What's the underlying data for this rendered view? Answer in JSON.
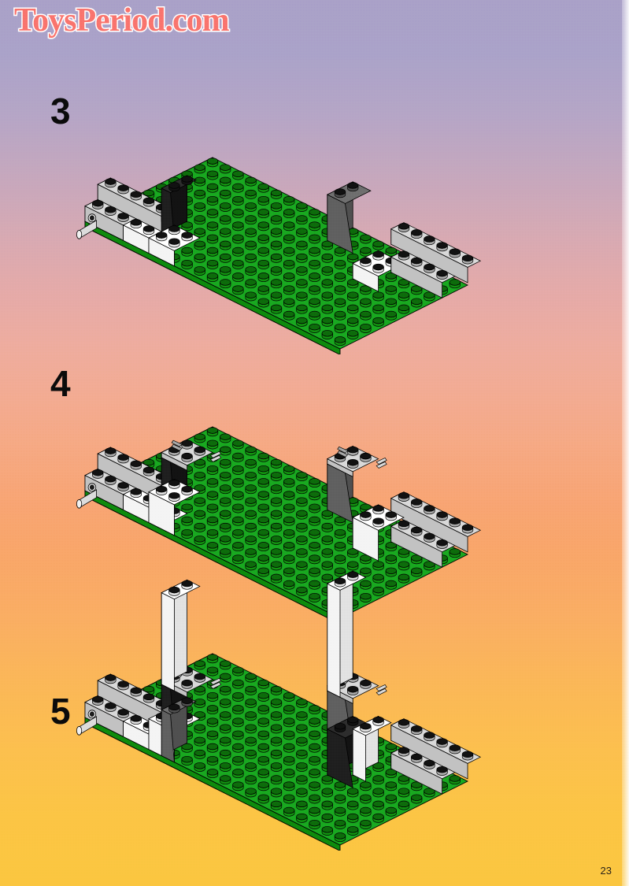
{
  "page": {
    "number": "23",
    "watermark": "ToysPeriod.com",
    "background": {
      "top_color": "#a9a0c8",
      "mid_color": "#f3ab91",
      "bottom_color": "#fbc63f"
    }
  },
  "palette": {
    "green_top": "#18a81f",
    "green_side": "#11920f",
    "green_front": "#0d8a0c",
    "green_stud_top": "#1bb024",
    "green_stud_shade": "#0c6b0a",
    "gray_top": "#d9d9d9",
    "gray_left": "#a8a8a8",
    "gray_right": "#c2c2c2",
    "dark_gray_top": "#6e6e6e",
    "dark_gray_left": "#4f4f4f",
    "dark_gray_right": "#5f5f5f",
    "white_top": "#ffffff",
    "white_left": "#e2e2e2",
    "white_right": "#f4f4f4",
    "black_top": "#2c2c2c",
    "black_left": "#121212",
    "black_right": "#1e1e1e",
    "red_top": "#e8382a",
    "red_left": "#b71d14",
    "red_right": "#d4281c",
    "outline": "#000000"
  },
  "steps": [
    {
      "id": "step-3",
      "label": "3",
      "baseplate": {
        "cols": 20,
        "rows": 10,
        "color": "green"
      },
      "pieces": [
        {
          "name": "gray-1x6-brick",
          "color": "gray",
          "type": "brick",
          "w": 6,
          "d": 1,
          "h": 1,
          "col": 0,
          "row": 8,
          "lvl": 1
        },
        {
          "name": "gray-technic-brick",
          "color": "gray",
          "type": "technic",
          "w": 4,
          "d": 1,
          "h": 1,
          "col": 0,
          "row": 9,
          "lvl": 0
        },
        {
          "name": "white-1x4-brick",
          "color": "white",
          "type": "brick",
          "w": 4,
          "d": 1,
          "h": 1,
          "col": 3,
          "row": 9,
          "lvl": 0
        },
        {
          "name": "red-1x1-brick",
          "color": "red",
          "type": "brick",
          "w": 1,
          "d": 1,
          "h": 1,
          "col": 3,
          "row": 6,
          "lvl": 0
        },
        {
          "name": "black-slope-2x2x3",
          "color": "black",
          "type": "slope",
          "w": 1,
          "d": 2,
          "h": 3,
          "col": 4,
          "row": 6,
          "lvl": 0
        },
        {
          "name": "white-2x2-brick-left",
          "color": "white",
          "type": "brick",
          "w": 2,
          "d": 2,
          "h": 1,
          "col": 5,
          "row": 8,
          "lvl": 0
        },
        {
          "name": "gray-slope-2x2x3-mid",
          "color": "dark_gray",
          "type": "slope",
          "w": 2,
          "d": 2,
          "h": 3,
          "col": 11,
          "row": 0,
          "lvl": 0
        },
        {
          "name": "white-2x2-brick-right",
          "color": "white",
          "type": "brick",
          "w": 2,
          "d": 2,
          "h": 1,
          "col": 15,
          "row": 2,
          "lvl": 0
        },
        {
          "name": "gray-1x6-brick-back",
          "color": "gray",
          "type": "brick",
          "w": 6,
          "d": 1,
          "h": 1,
          "col": 15,
          "row": 0,
          "lvl": 1
        },
        {
          "name": "gray-1x4-brick-right",
          "color": "gray",
          "type": "brick",
          "w": 4,
          "d": 1,
          "h": 1,
          "col": 16,
          "row": 1,
          "lvl": 0
        }
      ]
    },
    {
      "id": "step-4",
      "label": "4",
      "baseplate": {
        "cols": 20,
        "rows": 10,
        "color": "green"
      },
      "pieces": [
        {
          "name": "gray-1x6-brick",
          "color": "gray",
          "type": "brick",
          "w": 6,
          "d": 1,
          "h": 1,
          "col": 0,
          "row": 8,
          "lvl": 1
        },
        {
          "name": "gray-technic-brick",
          "color": "gray",
          "type": "technic",
          "w": 4,
          "d": 1,
          "h": 1,
          "col": 0,
          "row": 9,
          "lvl": 0
        },
        {
          "name": "white-1x4-brick",
          "color": "white",
          "type": "brick",
          "w": 4,
          "d": 1,
          "h": 1,
          "col": 3,
          "row": 9,
          "lvl": 0
        },
        {
          "name": "red-1x1-brick",
          "color": "red",
          "type": "brick",
          "w": 1,
          "d": 1,
          "h": 1,
          "col": 3,
          "row": 6,
          "lvl": 0
        },
        {
          "name": "black-slope-2x2x3",
          "color": "black",
          "type": "slope",
          "w": 1,
          "d": 2,
          "h": 3,
          "col": 4,
          "row": 6,
          "lvl": 0
        },
        {
          "name": "clip-plate-left",
          "color": "gray",
          "type": "clipplate",
          "w": 2,
          "d": 2,
          "h": 1,
          "col": 4,
          "row": 6,
          "lvl": 3
        },
        {
          "name": "white-2x2-brick-left",
          "color": "white",
          "type": "brick",
          "w": 2,
          "d": 2,
          "h": 2,
          "col": 5,
          "row": 8,
          "lvl": 0
        },
        {
          "name": "gray-slope-2x2x3-mid",
          "color": "dark_gray",
          "type": "slope",
          "w": 2,
          "d": 2,
          "h": 3,
          "col": 11,
          "row": 0,
          "lvl": 0
        },
        {
          "name": "clip-plate-mid",
          "color": "gray",
          "type": "clipplate",
          "w": 2,
          "d": 2,
          "h": 1,
          "col": 11,
          "row": 0,
          "lvl": 3
        },
        {
          "name": "white-2x2-brick-right",
          "color": "white",
          "type": "brick",
          "w": 2,
          "d": 2,
          "h": 2,
          "col": 15,
          "row": 2,
          "lvl": 0
        },
        {
          "name": "gray-1x6-brick-back",
          "color": "gray",
          "type": "brick",
          "w": 6,
          "d": 1,
          "h": 1,
          "col": 15,
          "row": 0,
          "lvl": 1
        },
        {
          "name": "gray-1x4-brick-right",
          "color": "gray",
          "type": "brick",
          "w": 4,
          "d": 1,
          "h": 1,
          "col": 16,
          "row": 1,
          "lvl": 0
        }
      ]
    },
    {
      "id": "step-5",
      "label": "5",
      "baseplate": {
        "cols": 20,
        "rows": 10,
        "color": "green"
      },
      "pieces": [
        {
          "name": "gray-1x6-brick",
          "color": "gray",
          "type": "brick",
          "w": 6,
          "d": 1,
          "h": 1,
          "col": 0,
          "row": 8,
          "lvl": 1
        },
        {
          "name": "gray-technic-brick",
          "color": "gray",
          "type": "technic",
          "w": 4,
          "d": 1,
          "h": 1,
          "col": 0,
          "row": 9,
          "lvl": 0
        },
        {
          "name": "white-1x4-brick",
          "color": "white",
          "type": "brick",
          "w": 4,
          "d": 1,
          "h": 1,
          "col": 3,
          "row": 9,
          "lvl": 0
        },
        {
          "name": "red-1x1-brick",
          "color": "red",
          "type": "brick",
          "w": 1,
          "d": 1,
          "h": 1,
          "col": 3,
          "row": 6,
          "lvl": 0
        },
        {
          "name": "black-slope-2x2x3",
          "color": "black",
          "type": "slope",
          "w": 1,
          "d": 2,
          "h": 3,
          "col": 4,
          "row": 6,
          "lvl": 0
        },
        {
          "name": "clip-plate-left",
          "color": "gray",
          "type": "clipplate",
          "w": 2,
          "d": 2,
          "h": 1,
          "col": 4,
          "row": 6,
          "lvl": 3
        },
        {
          "name": "white-column-left",
          "color": "white",
          "type": "column",
          "w": 1,
          "d": 2,
          "h": 6,
          "col": 4,
          "row": 6,
          "lvl": 3
        },
        {
          "name": "white-2x2-brick-left",
          "color": "white",
          "type": "brick",
          "w": 2,
          "d": 2,
          "h": 2,
          "col": 5,
          "row": 8,
          "lvl": 0
        },
        {
          "name": "dark-slope-front-left",
          "color": "dark_gray",
          "type": "slope",
          "w": 1,
          "d": 2,
          "h": 3,
          "col": 6,
          "row": 8,
          "lvl": 0
        },
        {
          "name": "gray-slope-2x2x3-mid",
          "color": "dark_gray",
          "type": "slope",
          "w": 2,
          "d": 2,
          "h": 3,
          "col": 11,
          "row": 0,
          "lvl": 0
        },
        {
          "name": "clip-plate-mid",
          "color": "gray",
          "type": "clipplate",
          "w": 2,
          "d": 2,
          "h": 1,
          "col": 11,
          "row": 0,
          "lvl": 3
        },
        {
          "name": "white-column-mid",
          "color": "white",
          "type": "column",
          "w": 1,
          "d": 2,
          "h": 7,
          "col": 11,
          "row": 0,
          "lvl": 3
        },
        {
          "name": "black-slope-right",
          "color": "black",
          "type": "slope",
          "w": 2,
          "d": 2,
          "h": 3,
          "col": 14,
          "row": 3,
          "lvl": 0
        },
        {
          "name": "white-2x2-brick-right",
          "color": "white",
          "type": "brick",
          "w": 1,
          "d": 2,
          "h": 3,
          "col": 15,
          "row": 2,
          "lvl": 0
        },
        {
          "name": "gray-1x6-brick-back",
          "color": "gray",
          "type": "brick",
          "w": 6,
          "d": 1,
          "h": 1,
          "col": 15,
          "row": 0,
          "lvl": 1
        },
        {
          "name": "gray-1x4-brick-right",
          "color": "gray",
          "type": "brick",
          "w": 4,
          "d": 1,
          "h": 1,
          "col": 16,
          "row": 1,
          "lvl": 0
        }
      ]
    }
  ]
}
